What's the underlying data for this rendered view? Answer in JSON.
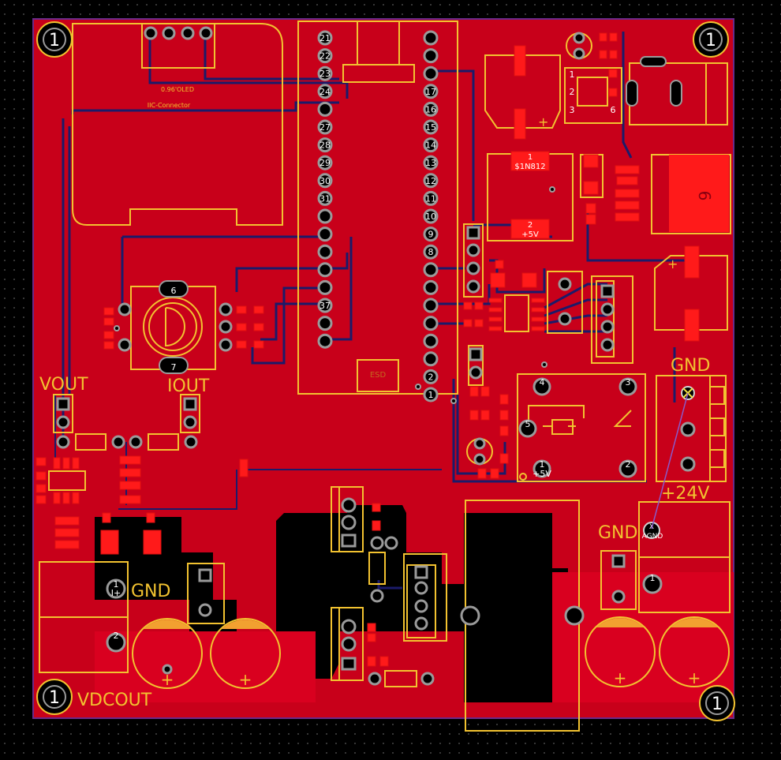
{
  "board": {
    "name": "pcb-layout-view",
    "colors": {
      "background": "#000000",
      "copper_top": "#c8001a",
      "silkscreen": "#f2c230",
      "edge_cuts": "#6a2a8a",
      "traces_bottom": "#1b1b6a",
      "smd_pads": "#ff1a1a"
    }
  },
  "mounting_holes": {
    "top_left": "1",
    "top_right": "1",
    "bottom_left": "1",
    "bottom_right": "1"
  },
  "oled": {
    "label1": "0.96'OLED",
    "label2": "IIC-Connector"
  },
  "header_left_pins": [
    "21",
    "22",
    "23",
    "24",
    "",
    "27",
    "28",
    "29",
    "30",
    "31",
    "",
    "",
    "",
    "",
    "",
    "37",
    "",
    ""
  ],
  "header_right_pins": [
    "",
    "",
    "",
    "17",
    "16",
    "15",
    "14",
    "13",
    "12",
    "11",
    "10",
    "9",
    "8",
    "",
    "",
    "",
    "",
    "",
    "",
    "2",
    "1"
  ],
  "mcu_label": "ESD",
  "pot": {
    "top": "6",
    "bottom": "7"
  },
  "labels": {
    "vout": "VOUT",
    "iout": "IOUT",
    "gnd_right": "GND",
    "v24": "+24V",
    "gnd_mid": "GND",
    "agnd": "AGND",
    "gnd_left": "GND",
    "vdcout": "VDCOUT"
  },
  "dip_switch": {
    "pins": [
      "1",
      "2",
      "3",
      "6"
    ]
  },
  "regulators": {
    "r1_num": "1",
    "r1_name": "$1N812",
    "r2_num": "2",
    "r2_name": "+5V"
  },
  "big_pad_label": "6",
  "relay": {
    "pins": [
      "4",
      "3",
      "5",
      "2",
      "1"
    ],
    "supply": "+5V"
  },
  "connector_pads": {
    "agnd_x": "X",
    "j24_pin": "1",
    "i_plus_num": "1",
    "i_plus_label": "I+",
    "pin2": "2"
  }
}
